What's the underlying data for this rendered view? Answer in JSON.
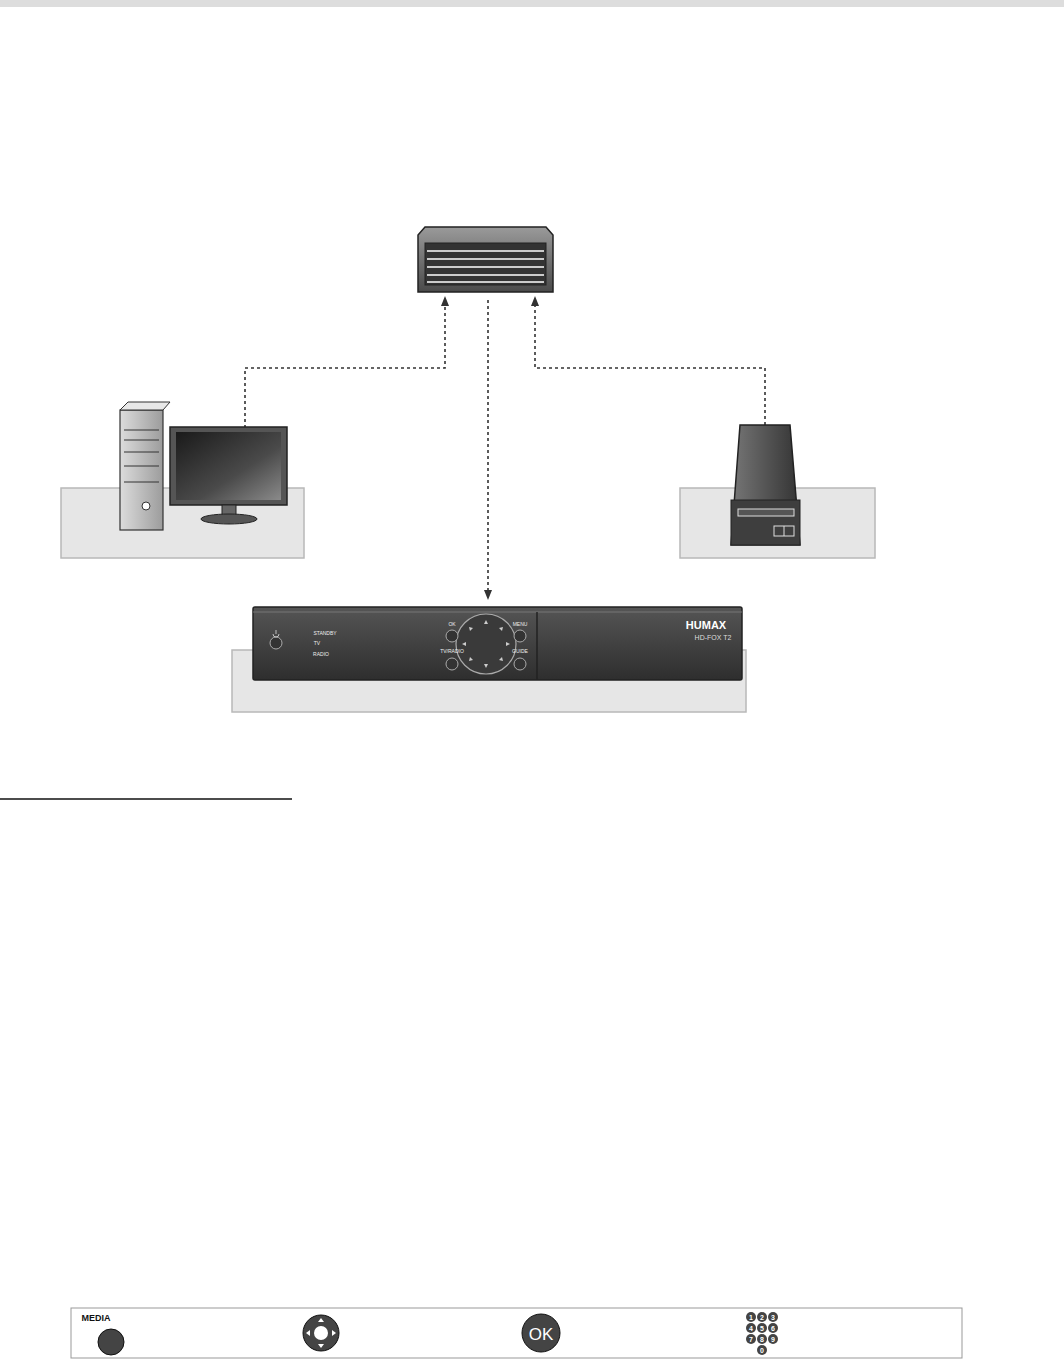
{
  "diagram": {
    "nodes": [
      {
        "text": [
          "HUMAX",
          "HD-FOX T2",
          "STANDBY",
          "TV",
          "RADIO",
          "OK",
          "MENU",
          "TV/RADIO",
          "GUIDE"
        ]
      },
      {
        "text": [
          "MEDIA",
          "OK",
          "1",
          "2",
          "3",
          "4",
          "5",
          "6",
          "7",
          "8",
          "9",
          "0"
        ]
      }
    ]
  }
}
